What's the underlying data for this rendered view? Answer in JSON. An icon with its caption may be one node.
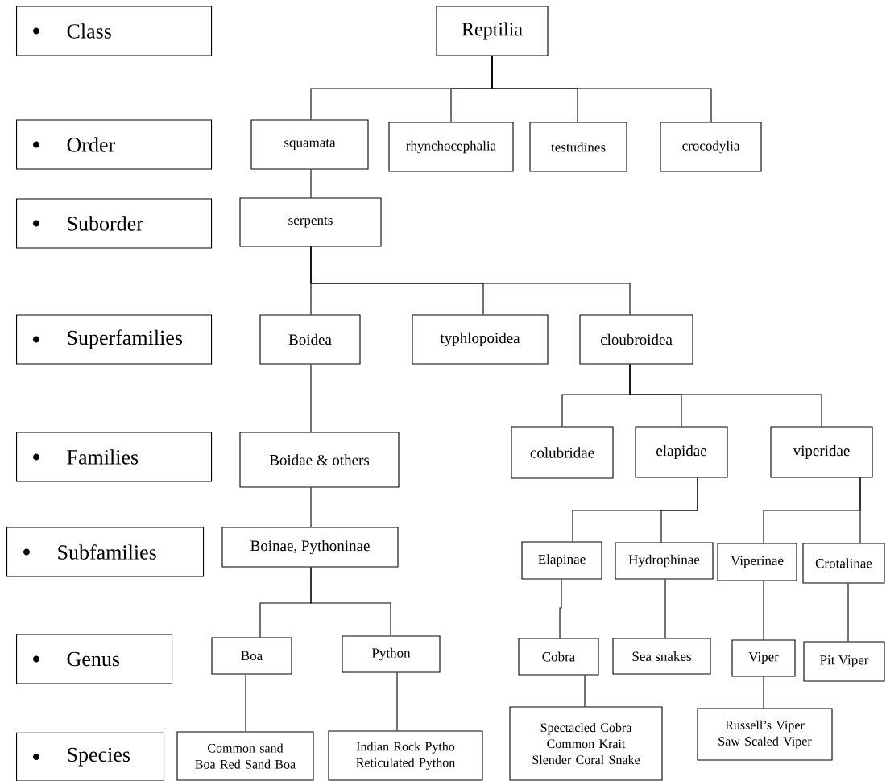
{
  "diagram": {
    "nodes": [
      {
        "text": [
          "Class"
        ]
      },
      {
        "text": [
          "Order"
        ]
      },
      {
        "text": [
          "Suborder"
        ]
      },
      {
        "text": [
          "Superfamilies"
        ]
      },
      {
        "text": [
          "Families"
        ]
      },
      {
        "text": [
          "Subfamilies"
        ]
      },
      {
        "text": [
          "Genus"
        ]
      },
      {
        "text": [
          "Species"
        ]
      },
      {
        "text": [
          "Reptilia"
        ]
      },
      {
        "text": [
          "squamata"
        ]
      },
      {
        "text": [
          "rhynchocephalia"
        ]
      },
      {
        "text": [
          "testudines"
        ]
      },
      {
        "text": [
          "crocodylia"
        ]
      },
      {
        "text": [
          "serpents"
        ]
      },
      {
        "text": [
          "Boidea"
        ]
      },
      {
        "text": [
          "typhlopoidea"
        ]
      },
      {
        "text": [
          "cloubroidea"
        ]
      },
      {
        "text": [
          "Boidae & others"
        ]
      },
      {
        "text": [
          "colubridae"
        ]
      },
      {
        "text": [
          "elapidae"
        ]
      },
      {
        "text": [
          "viperidae"
        ]
      },
      {
        "text": [
          "Boinae, Pythoninae"
        ]
      },
      {
        "text": [
          "Elapinae"
        ]
      },
      {
        "text": [
          "Hydrophinae"
        ]
      },
      {
        "text": [
          "Viperinae"
        ]
      },
      {
        "text": [
          "Crotalinae"
        ]
      },
      {
        "text": [
          "Boa"
        ]
      },
      {
        "text": [
          "Python"
        ]
      },
      {
        "text": [
          "Cobra"
        ]
      },
      {
        "text": [
          "Sea snakes"
        ]
      },
      {
        "text": [
          "Viper"
        ]
      },
      {
        "text": [
          "Pit Viper"
        ]
      },
      {
        "text": [
          "Common sand Boa Red Sand Boa"
        ]
      },
      {
        "text": [
          "Indian Rock Pytho Reticulated Python"
        ]
      },
      {
        "text": [
          "Spectacled Cobra Common Krait Slender Coral Snake"
        ]
      },
      {
        "text": [
          "Russell’s Viper Saw Scaled Viper"
        ]
      }
    ],
    "edges": [
      {
        "from": 8,
        "to": 9,
        "arrow": "none"
      },
      {
        "from": 8,
        "to": 10,
        "arrow": "none"
      },
      {
        "from": 8,
        "to": 11,
        "arrow": "none"
      },
      {
        "from": 8,
        "to": 12,
        "arrow": "none"
      },
      {
        "from": 9,
        "to": 13,
        "arrow": "none"
      },
      {
        "from": 13,
        "to": 14,
        "arrow": "none"
      },
      {
        "from": 13,
        "to": 15,
        "arrow": "none"
      },
      {
        "from": 13,
        "to": 16,
        "arrow": "none"
      },
      {
        "from": 14,
        "to": 17,
        "arrow": "none"
      },
      {
        "from": 16,
        "to": 18,
        "arrow": "none"
      },
      {
        "from": 16,
        "to": 19,
        "arrow": "none"
      },
      {
        "from": 16,
        "to": 20,
        "arrow": "none"
      },
      {
        "from": 17,
        "to": 21,
        "arrow": "none"
      },
      {
        "from": 19,
        "to": 22,
        "arrow": "none"
      },
      {
        "from": 19,
        "to": 23,
        "arrow": "none"
      },
      {
        "from": 20,
        "to": 24,
        "arrow": "none"
      },
      {
        "from": 20,
        "to": 25,
        "arrow": "none"
      },
      {
        "from": 21,
        "to": 26,
        "arrow": "none"
      },
      {
        "from": 21,
        "to": 27,
        "arrow": "none"
      },
      {
        "from": 22,
        "to": 28,
        "arrow": "none"
      },
      {
        "from": 23,
        "to": 29,
        "arrow": "none"
      },
      {
        "from": 24,
        "to": 30,
        "arrow": "none"
      },
      {
        "from": 25,
        "to": 31,
        "arrow": "none"
      },
      {
        "from": 26,
        "to": 32,
        "arrow": "none"
      },
      {
        "from": 27,
        "to": 33,
        "arrow": "none"
      },
      {
        "from": 28,
        "to": 34,
        "arrow": "none"
      },
      {
        "from": 30,
        "to": 35,
        "arrow": "none"
      }
    ]
  }
}
